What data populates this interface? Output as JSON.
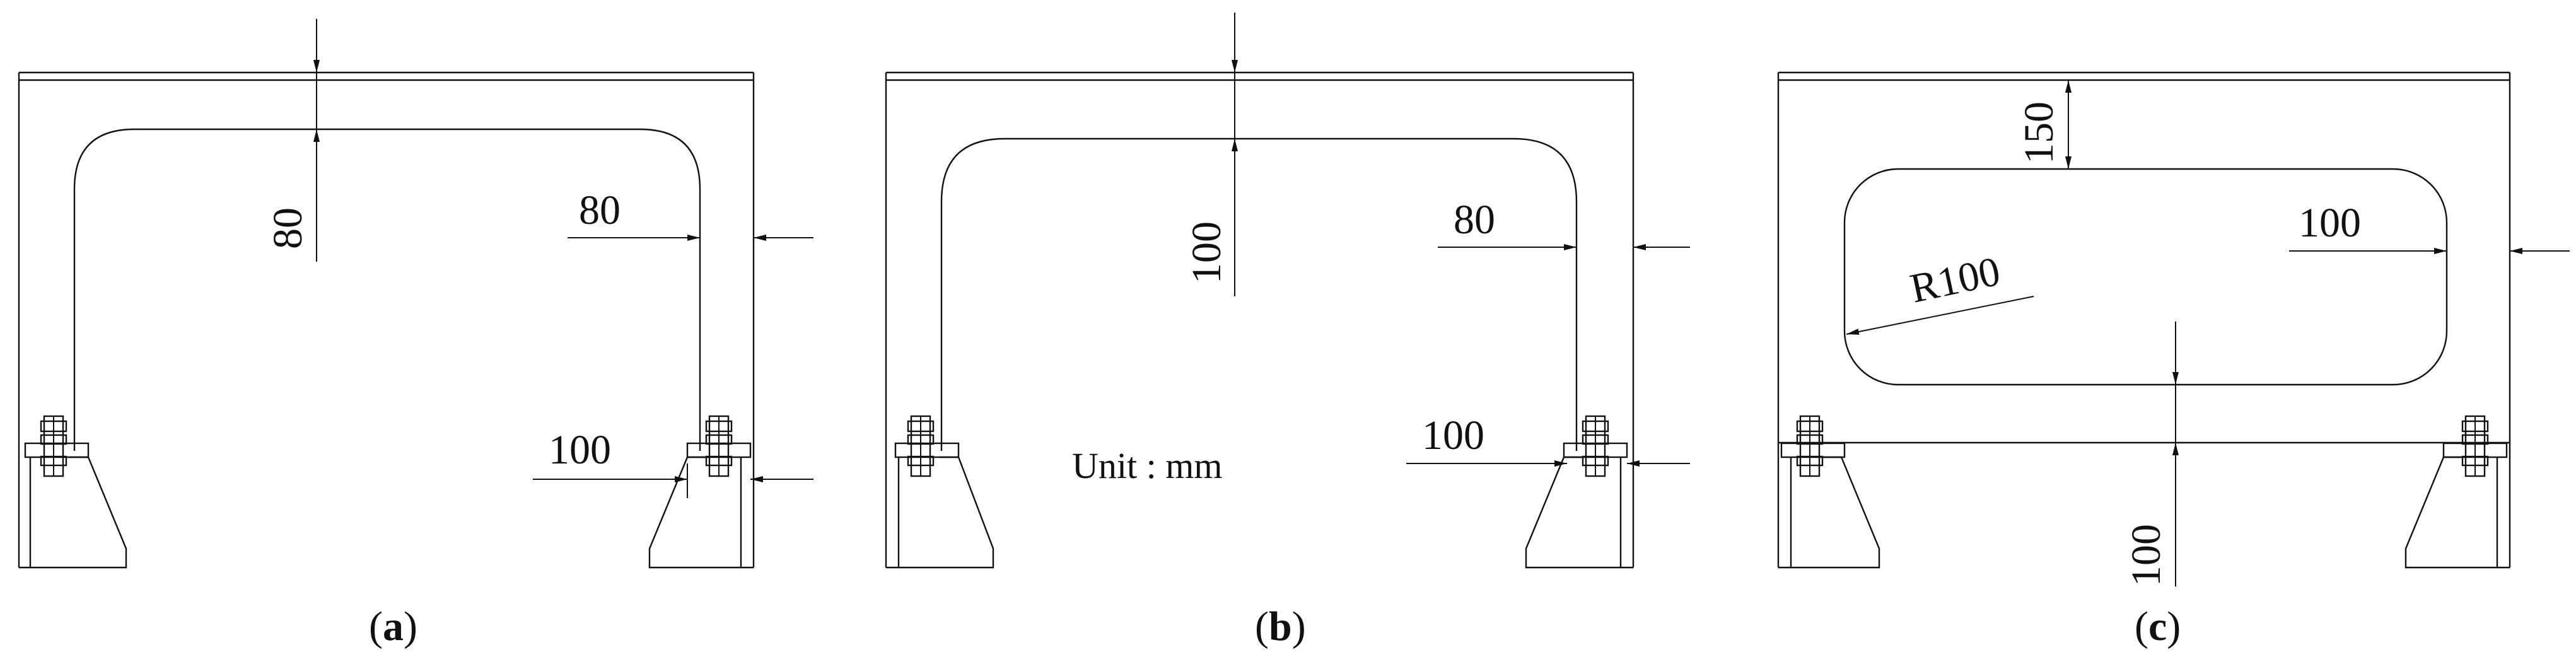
{
  "panels": [
    {
      "id": "a",
      "caption_letter": "a",
      "dim_top": "80",
      "dim_side": "80",
      "dim_foot": "100"
    },
    {
      "id": "b",
      "caption_letter": "b",
      "dim_top": "100",
      "dim_side": "80",
      "dim_foot": "100",
      "unit_label": "Unit : mm"
    },
    {
      "id": "c",
      "caption_letter": "c",
      "dim_top": "150",
      "dim_side": "100",
      "dim_radius": "R100",
      "dim_bottom": "100"
    }
  ],
  "caption_parens": {
    "open": "(",
    "close": ")"
  }
}
